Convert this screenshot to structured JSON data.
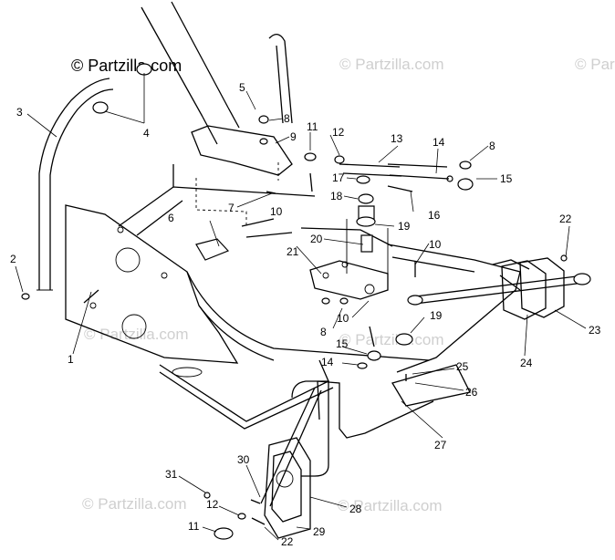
{
  "watermarks": {
    "main": "© Partzilla.com",
    "faint": "© Partzilla.com"
  },
  "callouts": {
    "c1": "1",
    "c2": "2",
    "c3": "3",
    "c4": "4",
    "c5": "5",
    "c6": "6",
    "c7": "7",
    "c8a": "8",
    "c8b": "8",
    "c8c": "8",
    "c9": "9",
    "c10a": "10",
    "c10b": "10",
    "c10c": "10",
    "c11a": "11",
    "c11b": "11",
    "c12a": "12",
    "c12b": "12",
    "c13": "13",
    "c14a": "14",
    "c14b": "14",
    "c15a": "15",
    "c15b": "15",
    "c16": "16",
    "c17": "17",
    "c18": "18",
    "c19a": "19",
    "c19b": "19",
    "c20": "20",
    "c21": "21",
    "c22a": "22",
    "c22b": "22",
    "c23": "23",
    "c24": "24",
    "c25": "25",
    "c26": "26",
    "c27": "27",
    "c28": "28",
    "c29": "29",
    "c30": "30",
    "c31": "31"
  }
}
